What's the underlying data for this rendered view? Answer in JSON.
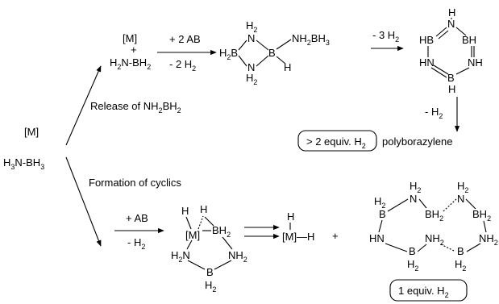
{
  "start": {
    "catalyst": "[M]",
    "substrate": "H3N-BH3"
  },
  "upper": {
    "pathway_label": "Release of NH2BH2",
    "intermediate_catalyst": "[M]",
    "intermediate_plus": "+",
    "intermediate_species": "H2N-BH2",
    "step1_reagent": "+ 2 AB",
    "step1_loss": "- 2 H2",
    "step2_loss": "- 3 H2",
    "step3_loss": "- H2",
    "product_polymer": "polyborazylene",
    "h2_yield": "> 2 equiv. H2"
  },
  "lower": {
    "pathway_label": "Formation of cyclics",
    "step1_reagent": "+ AB",
    "step1_loss": "- H2",
    "metal_hydride": "[M]—H",
    "plus": "+",
    "h2_yield": "1 equiv. H2"
  }
}
